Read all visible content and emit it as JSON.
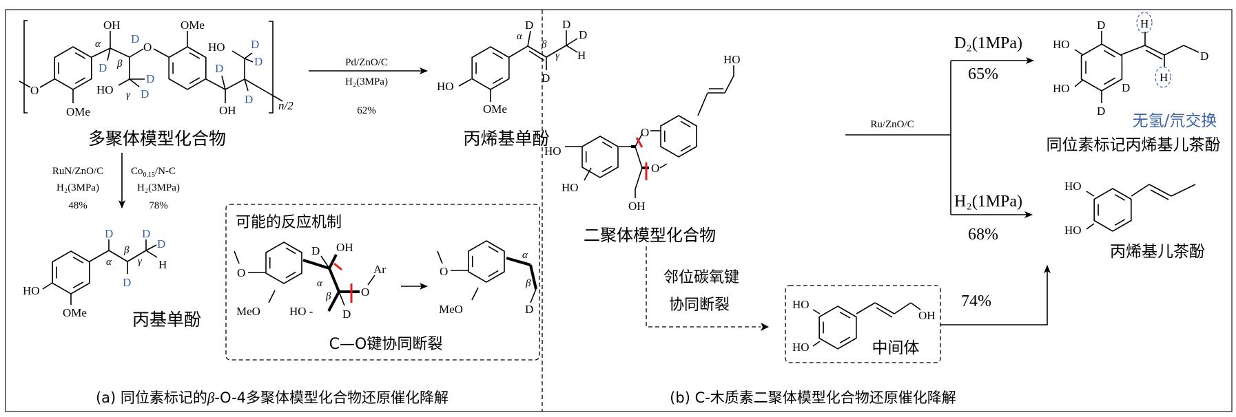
{
  "panel_a": {
    "caption_prefix": "(a) 同位素标记的",
    "caption_beta": "β",
    "caption_suffix": "-O-4多聚体模型化合物还原催化降解",
    "polymer": {
      "name": "多聚体模型化合物",
      "atoms": {
        "oh1": "OH",
        "ome1": "OMe",
        "ome2": "OMe",
        "o_link": "O",
        "o_left": "O",
        "ho1": "HO",
        "ho2": "HO",
        "oh2": "OH",
        "repeat": "n/2"
      },
      "labels": {
        "alpha": "α",
        "beta": "β",
        "gamma": "γ",
        "d": "D"
      }
    },
    "reaction_top": {
      "catalyst": "Pd/ZnO/C",
      "conditions": "H₂(3MPa)",
      "yield": "62%"
    },
    "product_top": {
      "name": "丙烯基单酚",
      "ho": "HO",
      "ome": "OMe",
      "h": "H",
      "d": "D",
      "alpha": "α",
      "beta": "β",
      "gamma": "γ"
    },
    "reaction_down": {
      "left": {
        "catalyst": "RuN/ZnO/C",
        "conditions": "H₂(3MPa)",
        "yield": "48%"
      },
      "right": {
        "catalyst": "Co",
        "catalyst_sub": "0.15",
        "catalyst_rest": "/N-C",
        "conditions": "H₂(3MPa)",
        "yield": "78%"
      }
    },
    "product_down": {
      "name": "丙基单酚",
      "ho": "HO",
      "ome": "OMe",
      "h": "H",
      "d": "D",
      "alpha": "α",
      "beta": "β",
      "gamma": "γ"
    },
    "mechanism": {
      "title": "可能的反应机制",
      "caption": "C—O键协同断裂",
      "atoms": {
        "o": "O",
        "meo": "MeO",
        "d": "D",
        "oh": "OH",
        "ar": "Ar",
        "ho": "HO -",
        "alpha": "α",
        "beta": "β"
      }
    }
  },
  "panel_b": {
    "caption": "(b) C-木质素二聚体模型化合物还原催化降解",
    "dimer": {
      "name": "二聚体模型化合物",
      "ho": "HO",
      "oh": "OH",
      "o": "O"
    },
    "catalyst": "Ru/ZnO/C",
    "branch_d2": {
      "conditions": "D₂(1MPa)",
      "yield": "65%"
    },
    "branch_h2": {
      "conditions": "H₂(1MPa)",
      "yield": "68%"
    },
    "product_labeled": {
      "name": "同位素标记丙烯基儿茶酚",
      "note": "无氢/氘交换",
      "ho": "HO",
      "d": "D",
      "h": "H"
    },
    "product_catechol": {
      "name": "丙烯基儿茶酚",
      "ho": "HO"
    },
    "pathway": {
      "line1": "邻位碳氧键",
      "line2": "协同断裂"
    },
    "intermediate": {
      "name": "中间体",
      "ho": "HO",
      "oh": "OH",
      "yield": "74%"
    }
  }
}
